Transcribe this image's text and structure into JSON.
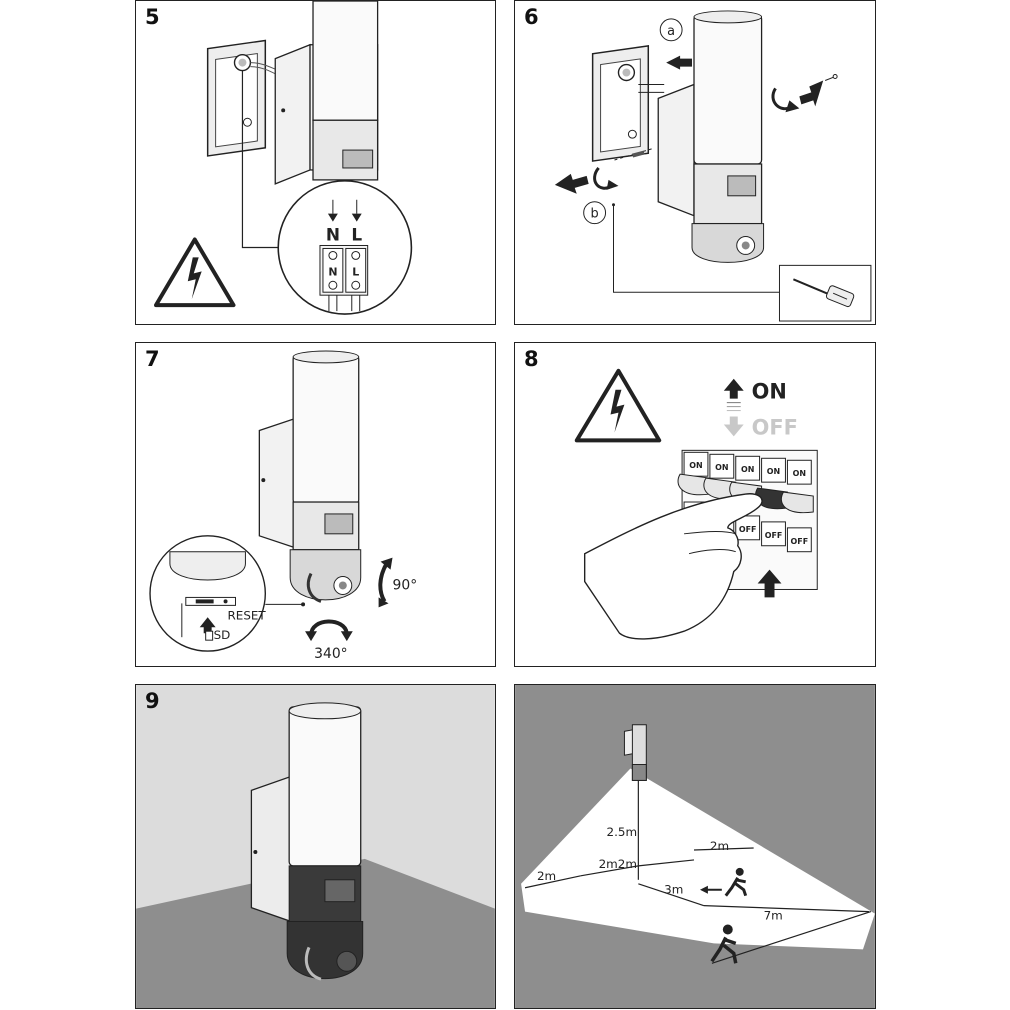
{
  "panels": {
    "p5": {
      "step": "5",
      "terminal_top": [
        "N",
        "L"
      ],
      "terminal_block": [
        "N",
        "L"
      ]
    },
    "p6": {
      "step": "6",
      "callout_a": "a",
      "callout_b": "b"
    },
    "p7": {
      "step": "7",
      "reset": "RESET",
      "sd": "SD",
      "tilt": "90°",
      "pan": "340°"
    },
    "p8": {
      "step": "8",
      "on": "ON",
      "off": "OFF",
      "switch_on": "ON",
      "switch_off": "OFF"
    },
    "p9": {
      "step": "9"
    },
    "p10": {
      "height": "2.5m",
      "d1": "2m",
      "d2": "2m2m",
      "d3": "2m",
      "d4": "3m",
      "d5": "7m"
    }
  },
  "colors": {
    "wall_grey": "#dcdcdc",
    "floor_grey": "#8e8e8e",
    "dark_body": "#3a3a3a",
    "off_grey": "#c8c8c8"
  }
}
